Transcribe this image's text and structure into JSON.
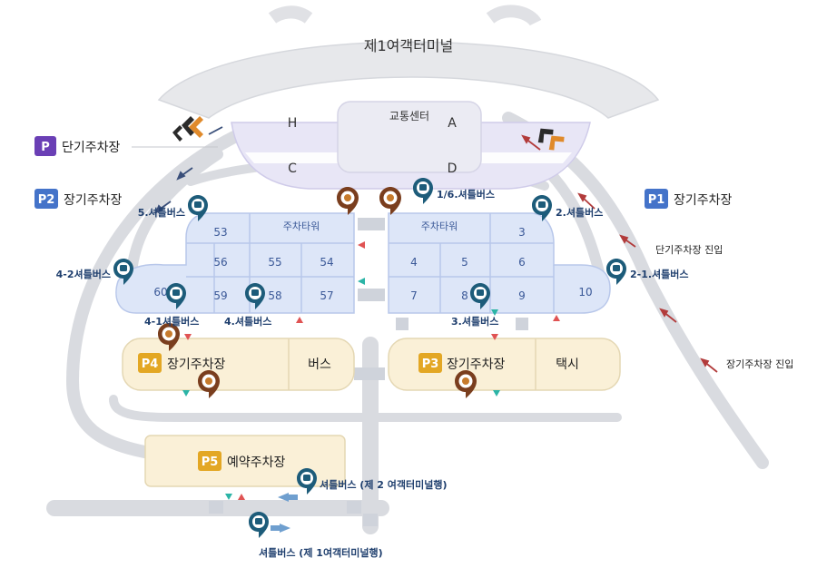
{
  "terminal": {
    "name": "제1여객터미널"
  },
  "transport_center": {
    "label": "교통센터",
    "zones": [
      "H",
      "A",
      "C",
      "D"
    ]
  },
  "legend": {
    "short_term": {
      "code": "P",
      "label": "단기주차장"
    },
    "p1": {
      "code": "P1",
      "label": "장기주차장"
    },
    "p2": {
      "code": "P2",
      "label": "장기주차장"
    }
  },
  "entries": {
    "short_term": "단기주차장 진입",
    "long_term": "장기주차장 진입"
  },
  "tower_label": "주차타워",
  "blocks_left": [
    "53",
    "56",
    "55",
    "54",
    "60",
    "59",
    "58",
    "57"
  ],
  "blocks_right": [
    "3",
    "4",
    "5",
    "6",
    "7",
    "8",
    "9",
    "10"
  ],
  "lots": {
    "p4": {
      "code": "P4",
      "label": "장기주차장",
      "side": "버스"
    },
    "p3": {
      "code": "P3",
      "label": "장기주차장",
      "side": "택시"
    },
    "p5": {
      "code": "P5",
      "label": "예약주차장"
    }
  },
  "shuttles": {
    "s16": "1/6.셔틀버스",
    "s5": "5.셔틀버스",
    "s2": "2.셔틀버스",
    "s42": "4-2셔틀버스",
    "s21": "2-1.셔틀버스",
    "s41": "4-1셔틀버스",
    "s4": "4.셔틀버스",
    "s3": "3.셔틀버스",
    "t2": "셔틀버스 (제 2 여객터미널행)",
    "t1": "셔틀버스 (제 1여객터미널행)"
  },
  "colors": {
    "road": "#d9dbe0",
    "terminal": "#e7e8eb",
    "lot_blue": "#dde6f8",
    "lot_blue_stroke": "#b8c7ea",
    "lot_cream": "#faf0d7",
    "lot_cream_stroke": "#e4d7b3",
    "badge_blue": "#4473c9",
    "badge_purple": "#6a3fb5",
    "badge_gold": "#e3a724",
    "pin_teal": "#1d5c7a",
    "pin_brown": "#7a3e1e",
    "arrow_red": "#b23b3b",
    "arrow_blue": "#6f9fcf"
  }
}
